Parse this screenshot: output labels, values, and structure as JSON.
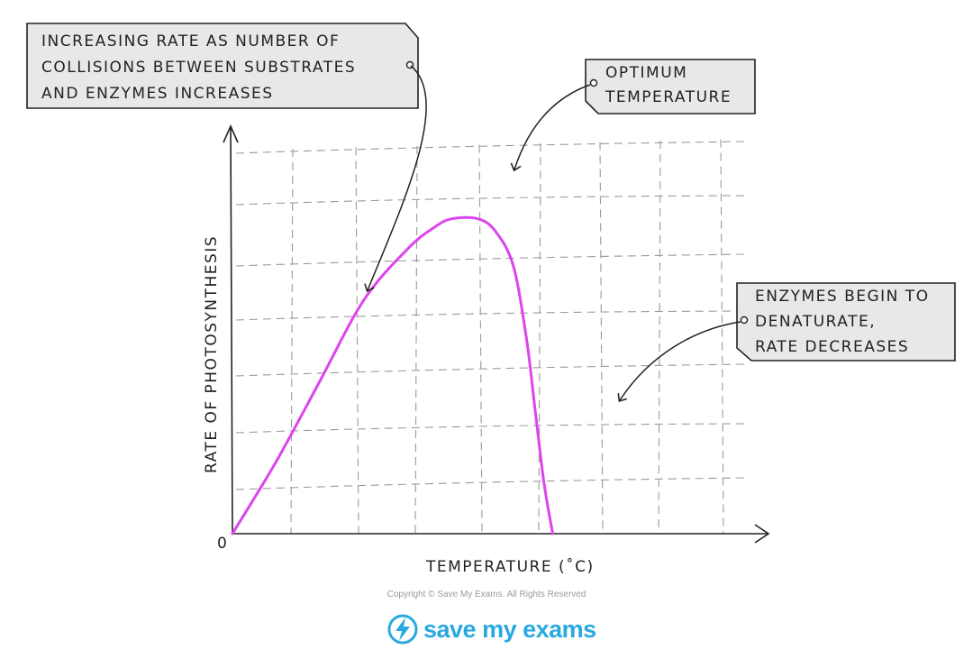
{
  "chart_data": {
    "type": "line",
    "xlabel": "TEMPERATURE (˚C)",
    "ylabel": "RATE OF PHOTOSYNTHESIS",
    "origin_label": "0",
    "x_range": [
      0,
      10
    ],
    "y_range": [
      0,
      10
    ],
    "grid": true,
    "series": [
      {
        "color": "#dd44ee",
        "x": [
          0,
          1,
          2,
          3,
          4,
          4.6,
          5,
          5.6,
          6,
          6.4,
          6.7,
          6.9,
          7.1,
          7.3
        ],
        "y": [
          0,
          1.7,
          3.6,
          5.5,
          6.7,
          7.2,
          7.4,
          7.4,
          7.1,
          6.3,
          4.6,
          2.9,
          1.2,
          0
        ]
      }
    ],
    "annotations": [
      {
        "lines": [
          "INCREASING RATE AS NUMBER OF",
          "COLLISIONS BETWEEN SUBSTRATES",
          "AND ENZYMES INCREASES"
        ],
        "points_to": "rising slope"
      },
      {
        "lines": [
          "OPTIMUM",
          "TEMPERATURE"
        ],
        "points_to": "peak"
      },
      {
        "lines": [
          "ENZYMES BEGIN TO",
          "DENATURATE,",
          "RATE DECREASES"
        ],
        "points_to": "falling slope"
      }
    ]
  },
  "footer": {
    "copyright": "Copyright © Save My Exams. All Rights Reserved",
    "brand": "save my exams",
    "brand_color": "#2aa8e0"
  }
}
